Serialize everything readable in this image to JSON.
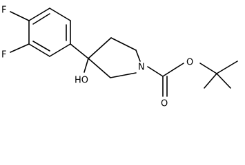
{
  "molecule": {
    "atoms": {
      "f_top": "F",
      "f_left": "F",
      "hydroxyl": "HO",
      "nitrogen": "N",
      "carbonyl_oxygen": "O",
      "ester_oxygen": "O"
    },
    "colors": {
      "bond": "#000000",
      "label": "#000000",
      "background": "#ffffff"
    }
  }
}
